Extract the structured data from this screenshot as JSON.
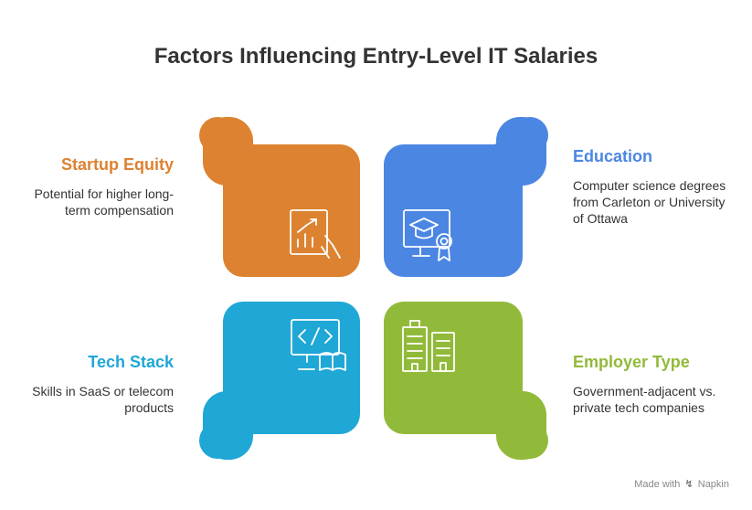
{
  "title": "Factors Influencing Entry-Level IT Salaries",
  "colors": {
    "orange": "#DD8230",
    "blue": "#4B86E2",
    "cyan": "#1FA7D6",
    "green": "#92BA3A"
  },
  "factors": [
    {
      "title": "Startup Equity",
      "description": "Potential for higher long-term compensation",
      "color": "#DD8230",
      "icon": "chart-document-icon"
    },
    {
      "title": "Education",
      "description": "Computer science degrees from Carleton or University of Ottawa",
      "color": "#4B86E2",
      "icon": "graduation-certificate-icon"
    },
    {
      "title": "Tech Stack",
      "description": "Skills in SaaS or telecom products",
      "color": "#1FA7D6",
      "icon": "code-book-icon"
    },
    {
      "title": "Employer Type",
      "description": "Government-adjacent vs. private tech companies",
      "color": "#92BA3A",
      "icon": "office-buildings-icon"
    }
  ],
  "footer": {
    "prefix": "Made with",
    "brand": "Napkin"
  }
}
